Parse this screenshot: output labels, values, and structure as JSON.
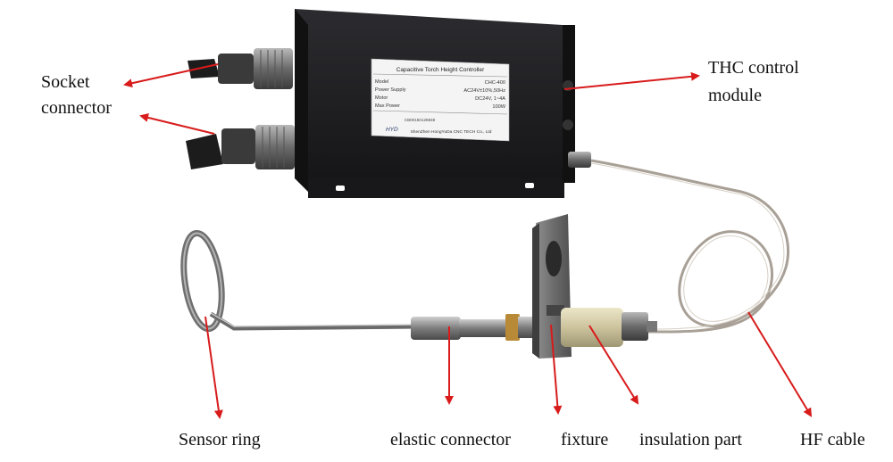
{
  "labels": {
    "socket_connector_line1": "Socket",
    "socket_connector_line2": "connector",
    "thc_module_line1": "THC  control",
    "thc_module_line2": "module",
    "sensor_ring": "Sensor ring",
    "elastic_connector": "elastic connector",
    "fixture": "fixture",
    "insulation_part": "insulation part",
    "hf_cable": "HF cable"
  },
  "nameplate": {
    "title": "Capacitive Torch Height Controller",
    "rows": [
      {
        "key": "Model",
        "value": "CHC-400"
      },
      {
        "key": "Power Supply",
        "value": "AC24V±10%,50Hz"
      },
      {
        "key": "Motor",
        "value": "DC24V, 1~4A"
      },
      {
        "key": "Max Power",
        "value": "100W"
      }
    ],
    "serial": "CB00150128848",
    "logo": "HYD",
    "manufacturer": "ShenZhen HongYuDa CNC TECH Co., Ltd"
  },
  "colors": {
    "arrow": "#d81b1b",
    "box": "#1e1e20",
    "metal": "#9a9a9a",
    "insulation": "#d9d2b0",
    "cable": "#a8a096"
  }
}
